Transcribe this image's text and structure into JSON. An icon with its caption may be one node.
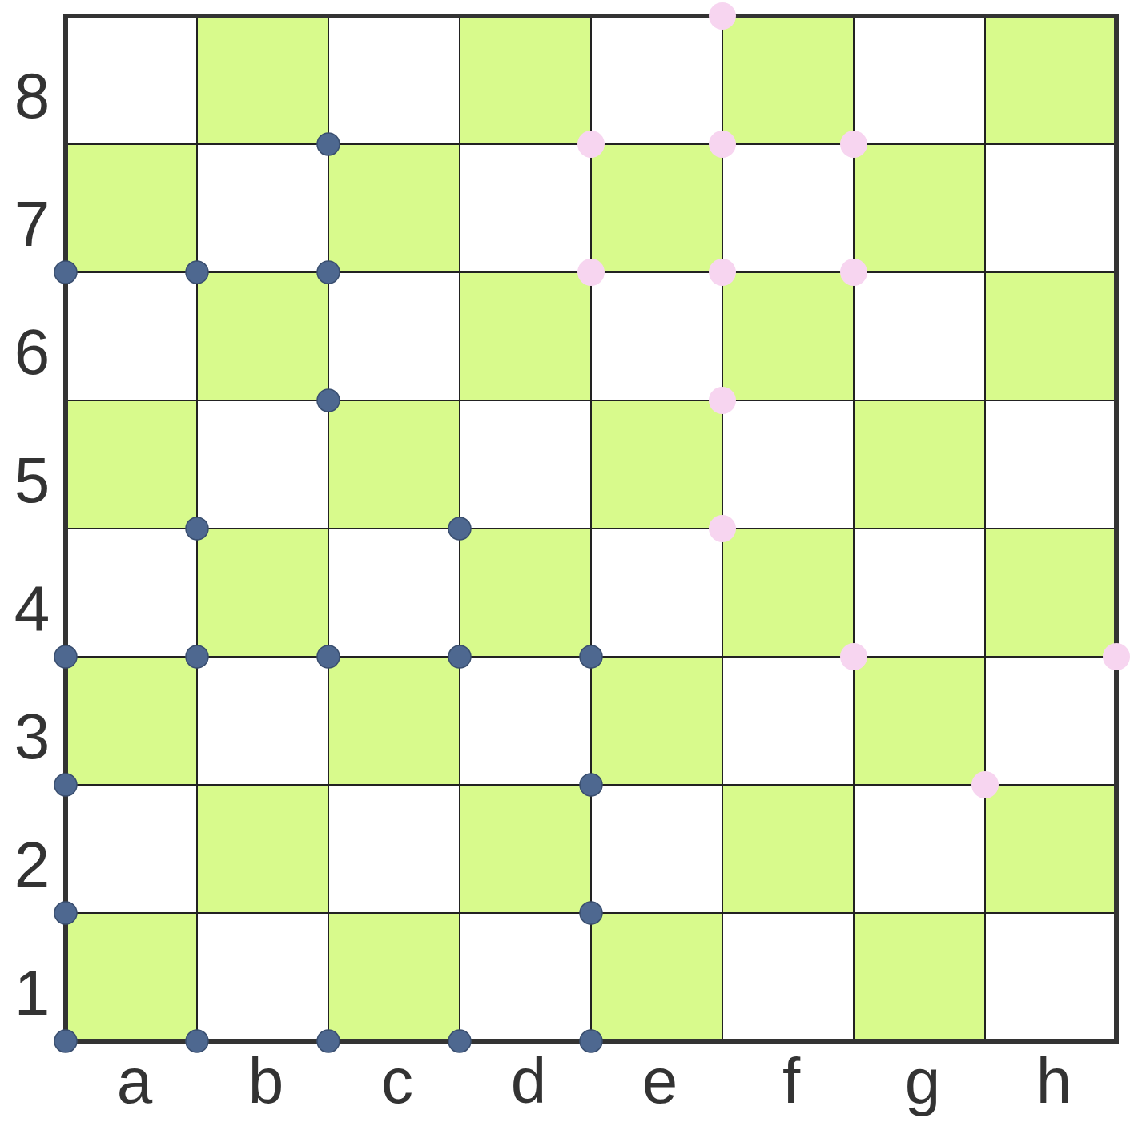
{
  "diagram": {
    "labels": [
      "8",
      "7",
      "6",
      "5",
      "4",
      "3",
      "2",
      "1",
      "a",
      "b",
      "c",
      "d",
      "e",
      "f",
      "g",
      "h"
    ]
  }
}
